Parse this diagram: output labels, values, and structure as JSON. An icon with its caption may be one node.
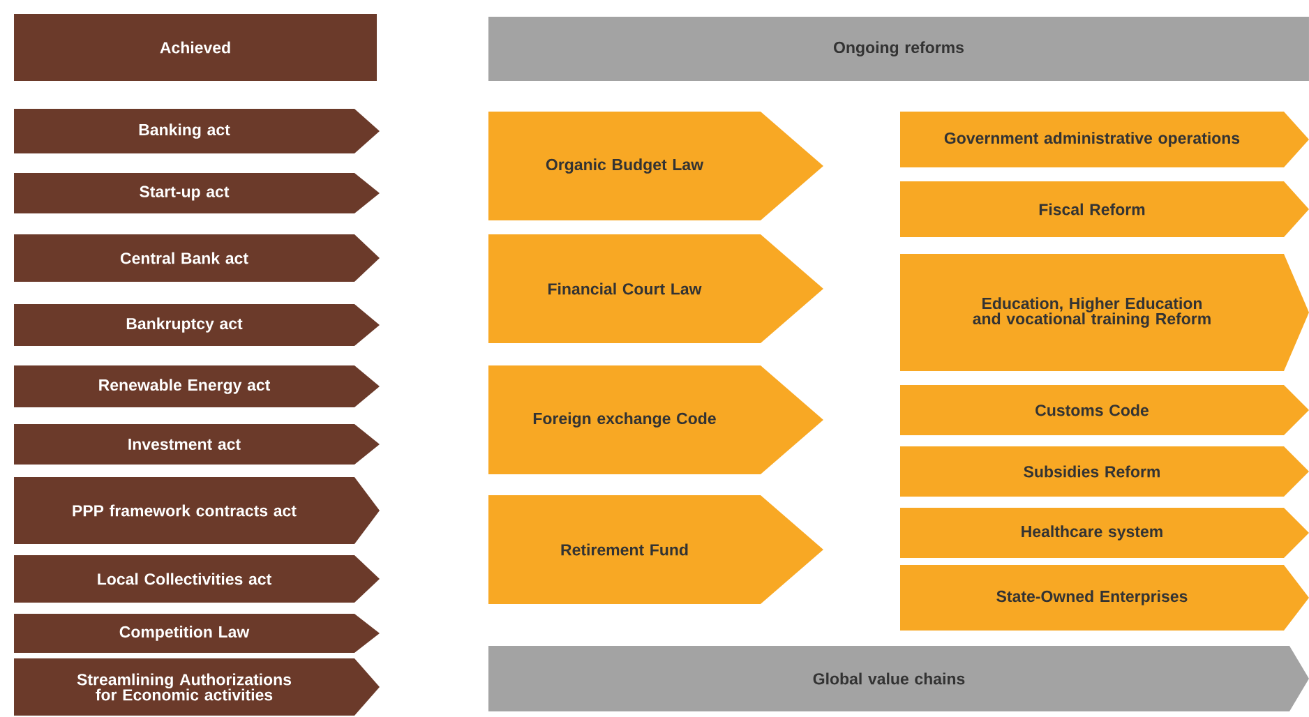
{
  "diagram": {
    "nodes": [
      {
        "text": [
          "Achieved"
        ]
      },
      {
        "text": [
          "Banking act"
        ]
      },
      {
        "text": [
          "Start-up act"
        ]
      },
      {
        "text": [
          "Central Bank act"
        ]
      },
      {
        "text": [
          "Bankruptcy act"
        ]
      },
      {
        "text": [
          "Renewable Energy act"
        ]
      },
      {
        "text": [
          "Investment act"
        ]
      },
      {
        "text": [
          "PPP framework contracts act"
        ]
      },
      {
        "text": [
          "Local Collectivities act"
        ]
      },
      {
        "text": [
          "Competition Law"
        ]
      },
      {
        "text": [
          "Streamlining Authorizations for Economic activities"
        ]
      },
      {
        "text": [
          "Ongoing reforms"
        ]
      },
      {
        "text": [
          "Organic Budget Law"
        ]
      },
      {
        "text": [
          "Government administrative operations"
        ]
      },
      {
        "text": [
          "Fiscal Reform"
        ]
      },
      {
        "text": [
          "Financial Court Law"
        ]
      },
      {
        "text": [
          "Education, Higher Education and vocational training Reform"
        ]
      },
      {
        "text": [
          "Foreign exchange Code"
        ]
      },
      {
        "text": [
          "Customs Code"
        ]
      },
      {
        "text": [
          "Subsidies Reform"
        ]
      },
      {
        "text": [
          "Retirement Fund"
        ]
      },
      {
        "text": [
          "Healthcare system"
        ]
      },
      {
        "text": [
          "State-Owned Enterprises"
        ]
      },
      {
        "text": [
          "Global value chains"
        ]
      }
    ]
  }
}
